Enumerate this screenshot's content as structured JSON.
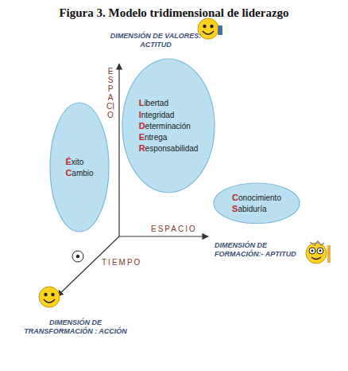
{
  "diagram": {
    "title": "Figura 3. Modelo tridimensional de liderazgo",
    "nodes": [
      {
        "text": [
          "Éxito Cambio"
        ]
      },
      {
        "text": [
          "Libertad Integridad Determinación Entrega Responsabilidad"
        ]
      },
      {
        "text": [
          "Conocimiento Sabiduría"
        ]
      }
    ],
    "labels": [
      "DIMENSIÓN DE VALORES: ACTITUD",
      "ESPACIO",
      "ESPACIO",
      "DIMENSIÓN DE FORMACIÓN:- APTITUD",
      "TIEMPO",
      "DIMENSIÓN DE TRANSFORMACIÓN : ACCIÓN"
    ]
  }
}
